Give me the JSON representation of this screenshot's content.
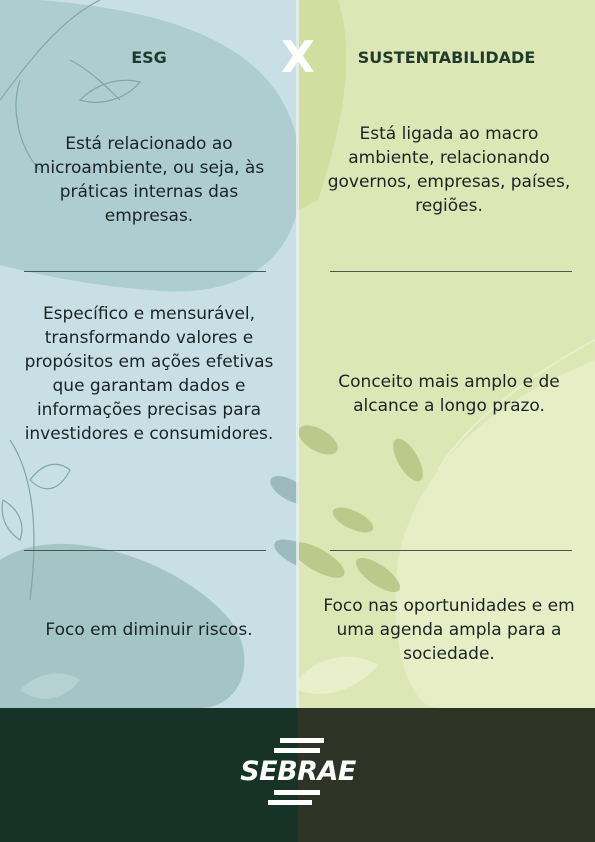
{
  "headings": {
    "left": "ESG",
    "right": "SUSTENTABILIDADE",
    "separator": "X"
  },
  "rows": [
    {
      "left": "Está relacionado ao microambiente, ou seja, às práticas internas das empresas.",
      "right": "Está ligada ao macro ambiente, relacionando governos, empresas, países, regiões."
    },
    {
      "left": "Específico e mensurável, transformando valores e propósitos em ações efetivas que garantam dados e informações precisas para investidores e consumidores.",
      "right": "Conceito mais amplo e de alcance a longo prazo."
    },
    {
      "left": "Foco em diminuir riscos.",
      "right": "Foco nas oportunidades e em uma agenda ampla para a sociedade."
    }
  ],
  "footer": {
    "logo": "SEBRAE"
  },
  "colors": {
    "left_bg": "#c9dfe6",
    "right_bg": "#dde6b5",
    "footer_left": "#173226",
    "footer_right": "#2e3325",
    "heading": "#1f3b2c"
  }
}
